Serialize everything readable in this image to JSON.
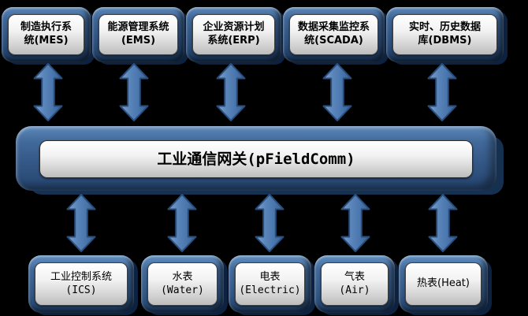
{
  "diagram": {
    "background": "#000000",
    "gateway": {
      "title_zh": "工业通信网关",
      "title_en": "(pFieldComm)"
    },
    "top_row": [
      {
        "line1": "制造执行系",
        "line2": "统(MES)"
      },
      {
        "line1": "能源管理系统",
        "line2": "(EMS)"
      },
      {
        "line1": "企业资源计划",
        "line2": "系统(ERP)"
      },
      {
        "line1": "数据采集监控系",
        "line2": "统(SCADA)"
      },
      {
        "line1": "实时、历史数据",
        "line2": "库(DBMS)"
      }
    ],
    "bottom_row": [
      {
        "line1": "工业控制系统",
        "line2": "(ICS)"
      },
      {
        "line1": "水表",
        "line2": "(Water)"
      },
      {
        "line1": "电表",
        "line2": "(Electric)"
      },
      {
        "line1": "气表",
        "line2": "(Air)"
      },
      {
        "line1": "热表(Heat)",
        "line2": ""
      }
    ],
    "colors": {
      "box_face": "#3d6595",
      "box_edge_dark": "#0d2140",
      "panel_top": "#ffffff",
      "panel_bottom": "#bcbcbc",
      "arrow_fill": "#4e7cb6",
      "arrow_stroke": "#2a4f7f",
      "text": "#000000"
    },
    "arrow_icon": "bidirectional-vertical-arrow"
  }
}
